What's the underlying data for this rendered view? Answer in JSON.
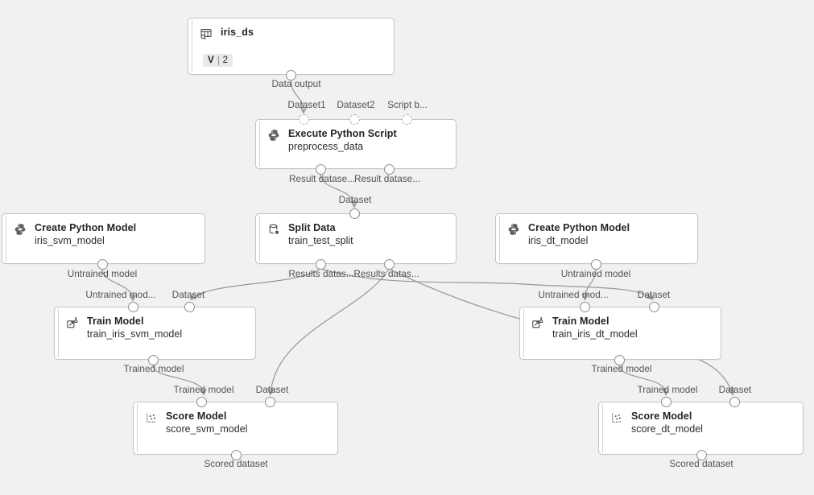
{
  "canvas": {
    "background_color": "#f1f1f1",
    "node_background": "#ffffff",
    "node_border_color": "#c6c4c2",
    "edge_color": "#979797",
    "port_label_color": "#545454"
  },
  "nodes": [
    {
      "title": "iris_ds",
      "name": "",
      "icon": "dataset-icon",
      "version_badge": {
        "label": "V",
        "value": "2"
      },
      "inputs": [],
      "outputs": [
        {
          "label": "Data output"
        }
      ]
    },
    {
      "title": "Execute Python Script",
      "name": "preprocess_data",
      "icon": "python-icon",
      "inputs": [
        {
          "label": "Dataset1"
        },
        {
          "label": "Dataset2"
        },
        {
          "label": "Script b..."
        }
      ],
      "outputs": [
        {
          "label": "Result datase..."
        },
        {
          "label": "Result datase..."
        }
      ]
    },
    {
      "title": "Create Python Model",
      "name": "iris_svm_model",
      "icon": "python-icon",
      "inputs": [],
      "outputs": [
        {
          "label": "Untrained model"
        }
      ]
    },
    {
      "title": "Split Data",
      "name": "train_test_split",
      "icon": "split-data-icon",
      "inputs": [
        {
          "label": "Dataset"
        }
      ],
      "outputs": [
        {
          "label": "Results datas..."
        },
        {
          "label": "Results datas..."
        }
      ]
    },
    {
      "title": "Create Python Model",
      "name": "iris_dt_model",
      "icon": "python-icon",
      "inputs": [],
      "outputs": [
        {
          "label": "Untrained model"
        }
      ]
    },
    {
      "title": "Train Model",
      "name": "train_iris_svm_model",
      "icon": "train-model-icon",
      "inputs": [
        {
          "label": "Untrained mod..."
        },
        {
          "label": "Dataset"
        }
      ],
      "outputs": [
        {
          "label": "Trained model"
        }
      ]
    },
    {
      "title": "Train Model",
      "name": "train_iris_dt_model",
      "icon": "train-model-icon",
      "inputs": [
        {
          "label": "Untrained mod..."
        },
        {
          "label": "Dataset"
        }
      ],
      "outputs": [
        {
          "label": "Trained model"
        }
      ]
    },
    {
      "title": "Score Model",
      "name": "score_svm_model",
      "icon": "score-model-icon",
      "inputs": [
        {
          "label": "Trained model"
        },
        {
          "label": "Dataset"
        }
      ],
      "outputs": [
        {
          "label": "Scored dataset"
        }
      ]
    },
    {
      "title": "Score Model",
      "name": "score_dt_model",
      "icon": "score-model-icon",
      "inputs": [
        {
          "label": "Trained model"
        },
        {
          "label": "Dataset"
        }
      ],
      "outputs": [
        {
          "label": "Scored dataset"
        }
      ]
    }
  ],
  "edges": [
    {
      "from": "iris_ds / Data output",
      "to": "preprocess_data / Dataset1"
    },
    {
      "from": "preprocess_data / Result dataset",
      "to": "train_test_split / Dataset"
    },
    {
      "from": "iris_svm_model / Untrained model",
      "to": "train_iris_svm_model / Untrained model"
    },
    {
      "from": "train_test_split / Results dataset1",
      "to": "train_iris_svm_model / Dataset"
    },
    {
      "from": "train_test_split / Results dataset1",
      "to": "train_iris_dt_model / Dataset"
    },
    {
      "from": "train_test_split / Results dataset2",
      "to": "score_svm_model / Dataset"
    },
    {
      "from": "train_test_split / Results dataset2",
      "to": "score_dt_model / Dataset"
    },
    {
      "from": "iris_dt_model / Untrained model",
      "to": "train_iris_dt_model / Untrained model"
    },
    {
      "from": "train_iris_svm_model / Trained model",
      "to": "score_svm_model / Trained model"
    },
    {
      "from": "train_iris_dt_model / Trained model",
      "to": "score_dt_model / Trained model"
    }
  ]
}
